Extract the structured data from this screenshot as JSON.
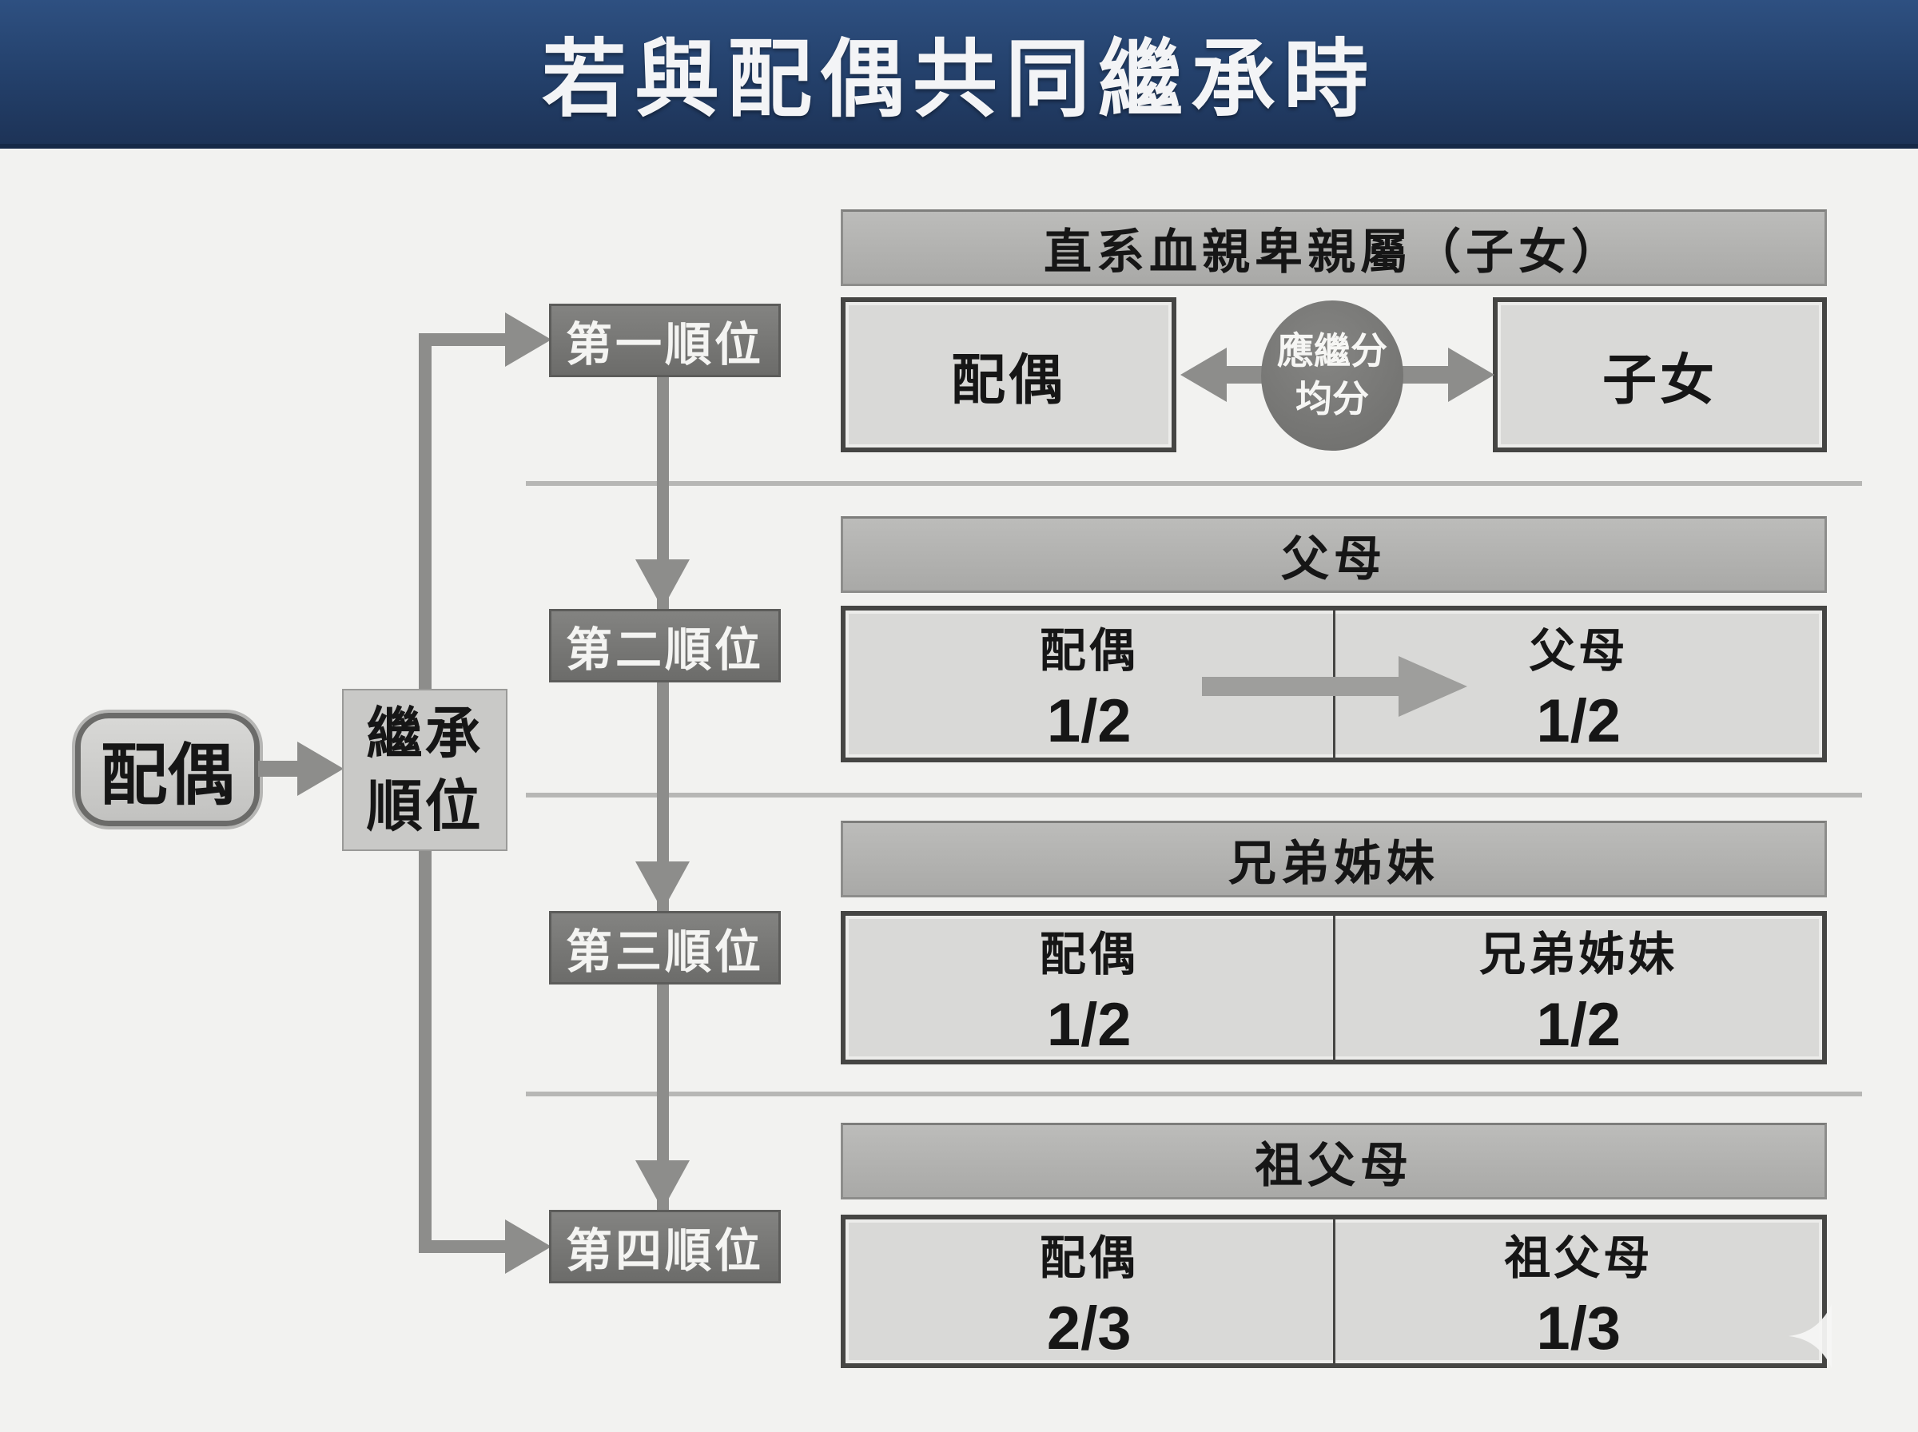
{
  "title": "若與配偶共同繼承時",
  "flow": {
    "spouse": "配偶",
    "root_lines": {
      "l1": "繼承",
      "l2": "順位"
    },
    "orders": [
      {
        "label": "第一順位"
      },
      {
        "label": "第二順位"
      },
      {
        "label": "第三順位"
      },
      {
        "label": "第四順位"
      }
    ]
  },
  "sections": [
    {
      "header": "直系血親卑親屬（子女）",
      "left_box": "配偶",
      "right_box": "子女",
      "circle": {
        "line1": "應繼分",
        "line2": "均分"
      }
    },
    {
      "header": "父母",
      "cells": [
        {
          "name": "配偶",
          "share": "1/2"
        },
        {
          "name": "父母",
          "share": "1/2"
        }
      ]
    },
    {
      "header": "兄弟姊妹",
      "cells": [
        {
          "name": "配偶",
          "share": "1/2"
        },
        {
          "name": "兄弟姊妹",
          "share": "1/2"
        }
      ]
    },
    {
      "header": "祖父母",
      "cells": [
        {
          "name": "配偶",
          "share": "2/3"
        },
        {
          "name": "祖父母",
          "share": "1/3"
        }
      ]
    }
  ],
  "colors": {
    "banner_navy": "#24416c",
    "background": "#f2f2f0",
    "header_bar_gray": "#b1b1af",
    "panel_gray": "#d9d9d7",
    "order_box_gray": "#757573",
    "arrow_gray": "#8d8d8b",
    "text_black": "#161616",
    "text_white": "#f4f4f2"
  }
}
